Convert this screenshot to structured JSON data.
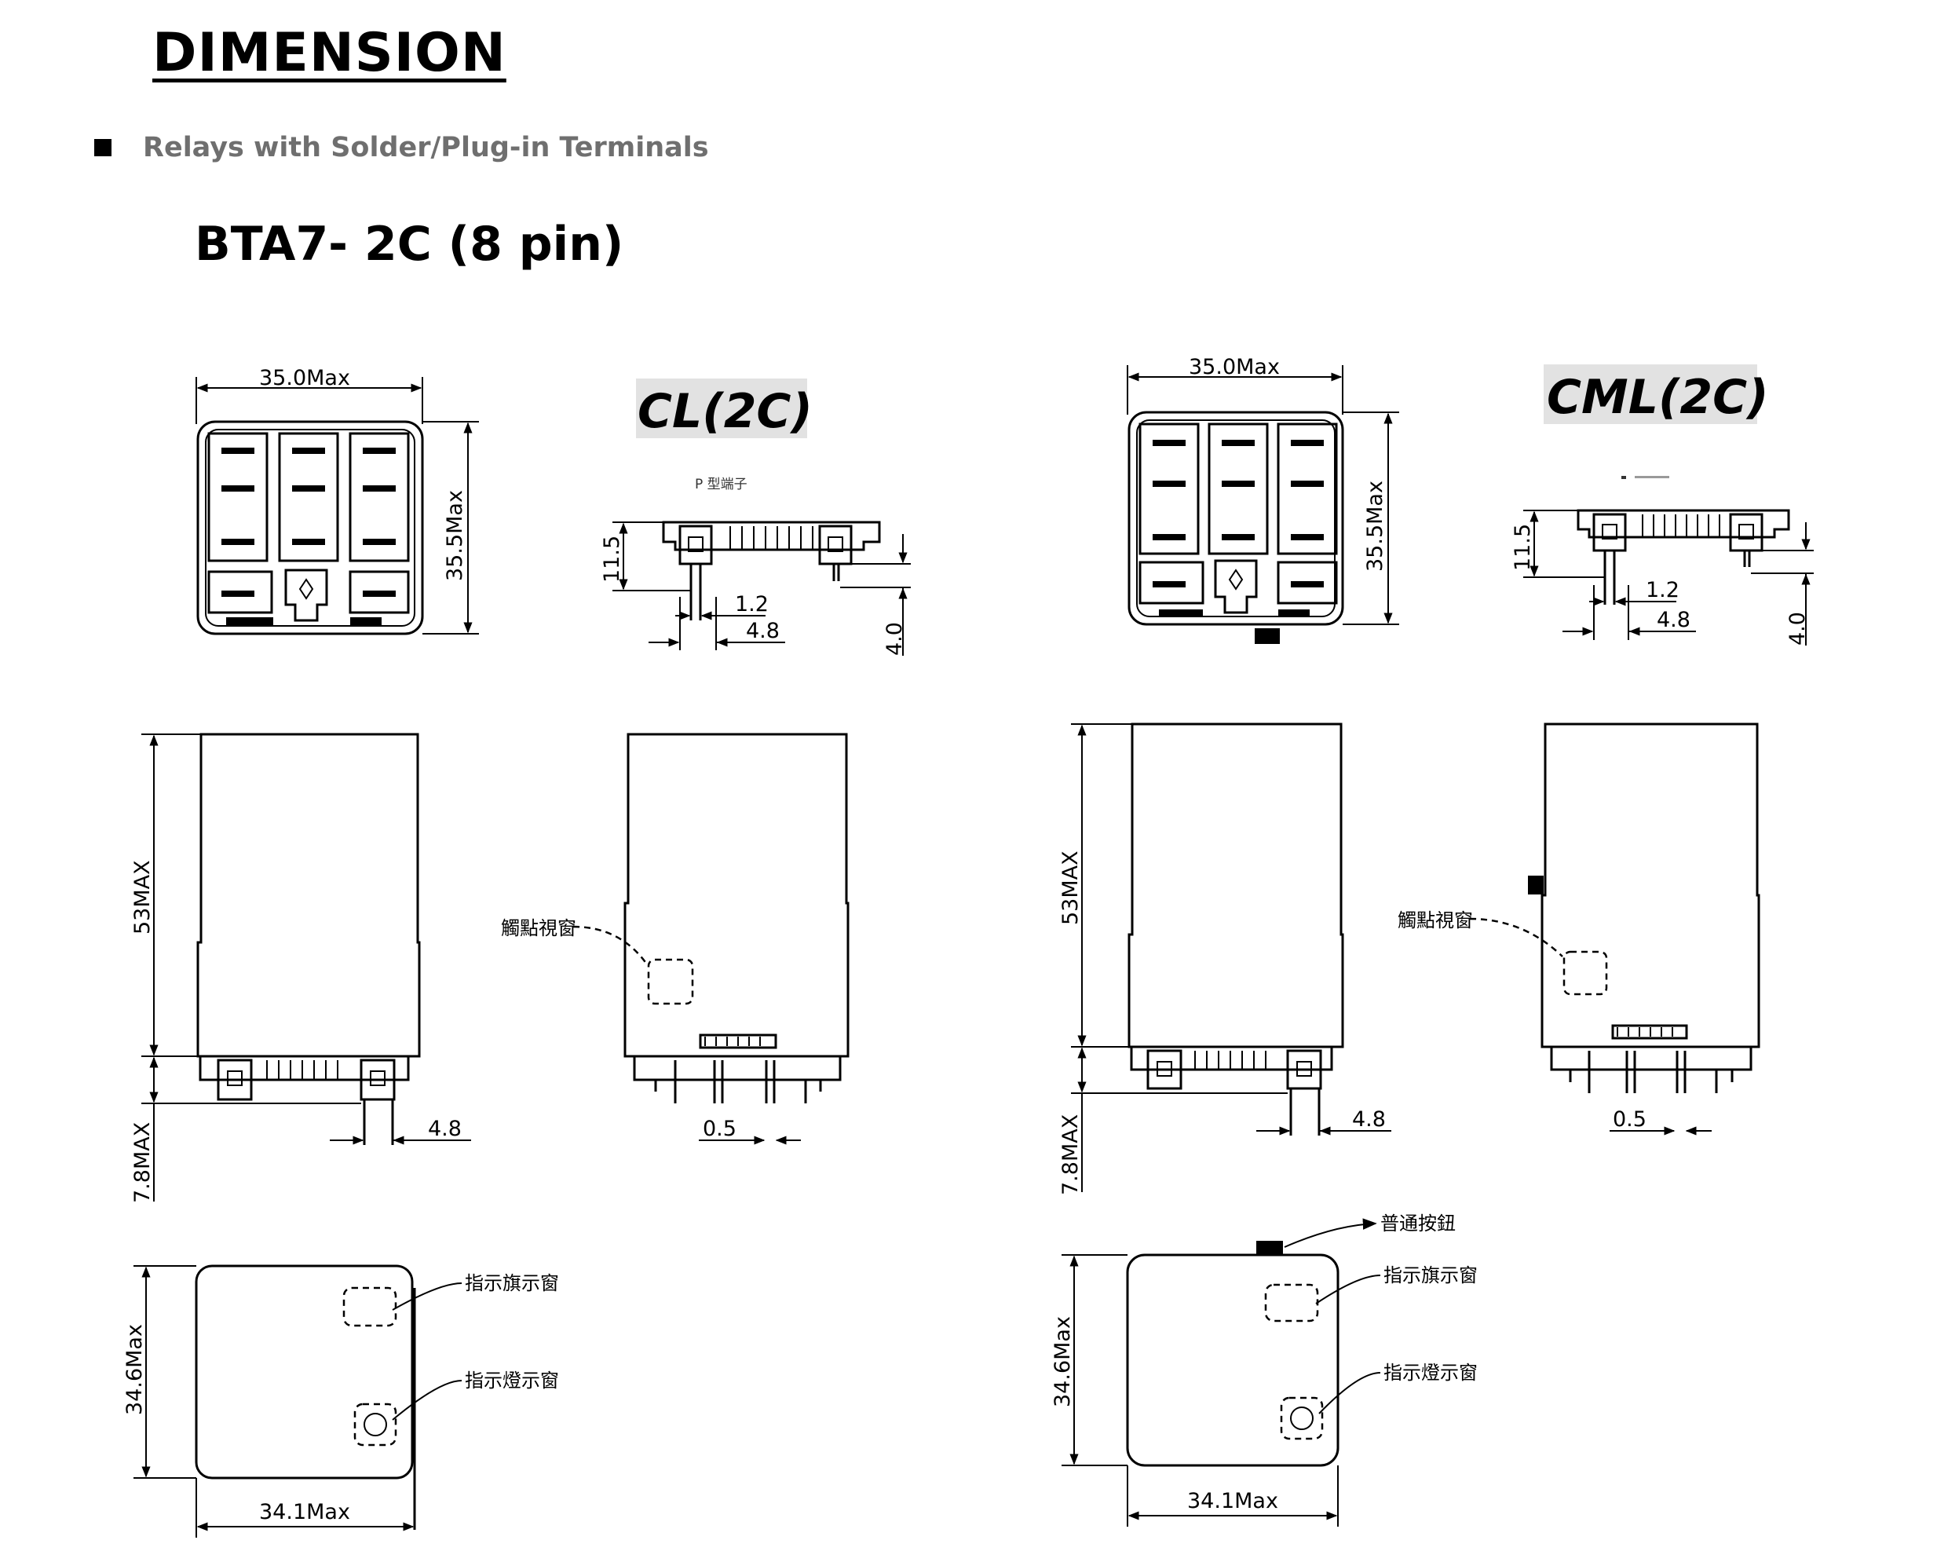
{
  "header": {
    "title": "DIMENSION",
    "subtitle": "Relays with Solder/Plug-in Terminals",
    "model": "BTA7- 2C (8 pin)"
  },
  "left_variant": {
    "tag": "CL(2C)",
    "terminal_note": "P 型端子",
    "top_width": "35.0Max",
    "top_height": "35.5Max",
    "pin_height": "11.5",
    "pin_width": "1.2",
    "pin_pitch": "4.8",
    "pin_length": "4.0",
    "body_height": "53MAX",
    "terminal_height": "7.8MAX",
    "front_pitch": "4.8",
    "side_pin": "0.5",
    "window_label": "觸點視窗",
    "bottom_height": "34.6Max",
    "bottom_width": "34.1Max",
    "indicator_flag_label": "指示旗示窗",
    "indicator_lamp_label": "指示燈示窗"
  },
  "right_variant": {
    "tag": "CML(2C)",
    "top_width": "35.0Max",
    "top_height": "35.5Max",
    "pin_height": "11.5",
    "pin_width": "1.2",
    "pin_pitch": "4.8",
    "pin_length": "4.0",
    "body_height": "53MAX",
    "terminal_height": "7.8MAX",
    "front_pitch": "4.8",
    "side_pin": "0.5",
    "window_label": "觸點視窗",
    "test_button_label": "普通按鈕",
    "bottom_height": "34.6Max",
    "bottom_width": "34.1Max",
    "indicator_flag_label": "指示旗示窗",
    "indicator_lamp_label": "指示燈示窗"
  }
}
